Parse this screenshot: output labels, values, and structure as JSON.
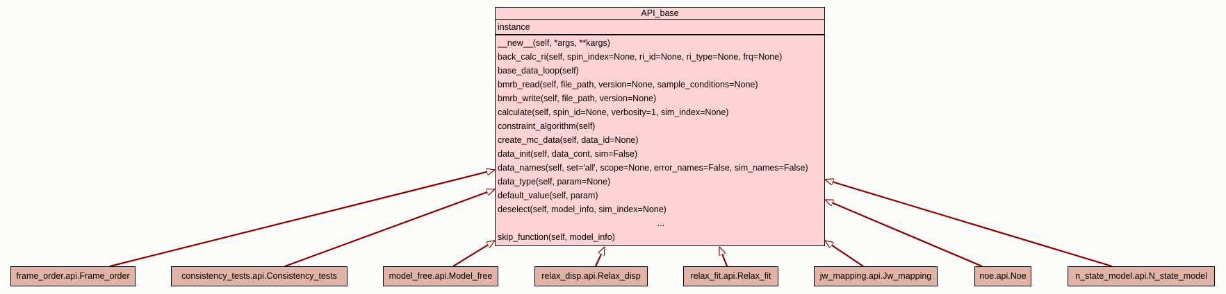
{
  "base_class": {
    "name": "API_base",
    "attributes": [
      "instance"
    ],
    "methods": [
      "__new__(self, *args, **kargs)",
      "back_calc_ri(self, spin_index=None, ri_id=None, ri_type=None, frq=None)",
      "base_data_loop(self)",
      "bmrb_read(self, file_path, version=None, sample_conditions=None)",
      "bmrb_write(self, file_path, version=None)",
      "calculate(self, spin_id=None, verbosity=1, sim_index=None)",
      "constraint_algorithm(self)",
      "create_mc_data(self, data_id=None)",
      "data_init(self, data_cont, sim=False)",
      "data_names(self, set='all', scope=None, error_names=False, sim_names=False)",
      "data_type(self, param=None)",
      "default_value(self, param)",
      "deselect(self, model_info, sim_index=None)",
      "...",
      "skip_function(self, model_info)"
    ]
  },
  "subclasses": [
    "frame_order.api.Frame_order",
    "consistency_tests.api.Consistency_tests",
    "model_free.api.Model_free",
    "relax_disp.api.Relax_disp",
    "relax_fit.api.Relax_fit",
    "jw_mapping.api.Jw_mapping",
    "noe.api.Noe",
    "n_state_model.api.N_state_model"
  ],
  "colors": {
    "base_fill": "#fdd3d6",
    "subclass_fill": "#e0b3a6",
    "edge": "#8b0000",
    "background": "#fcfdfb"
  }
}
